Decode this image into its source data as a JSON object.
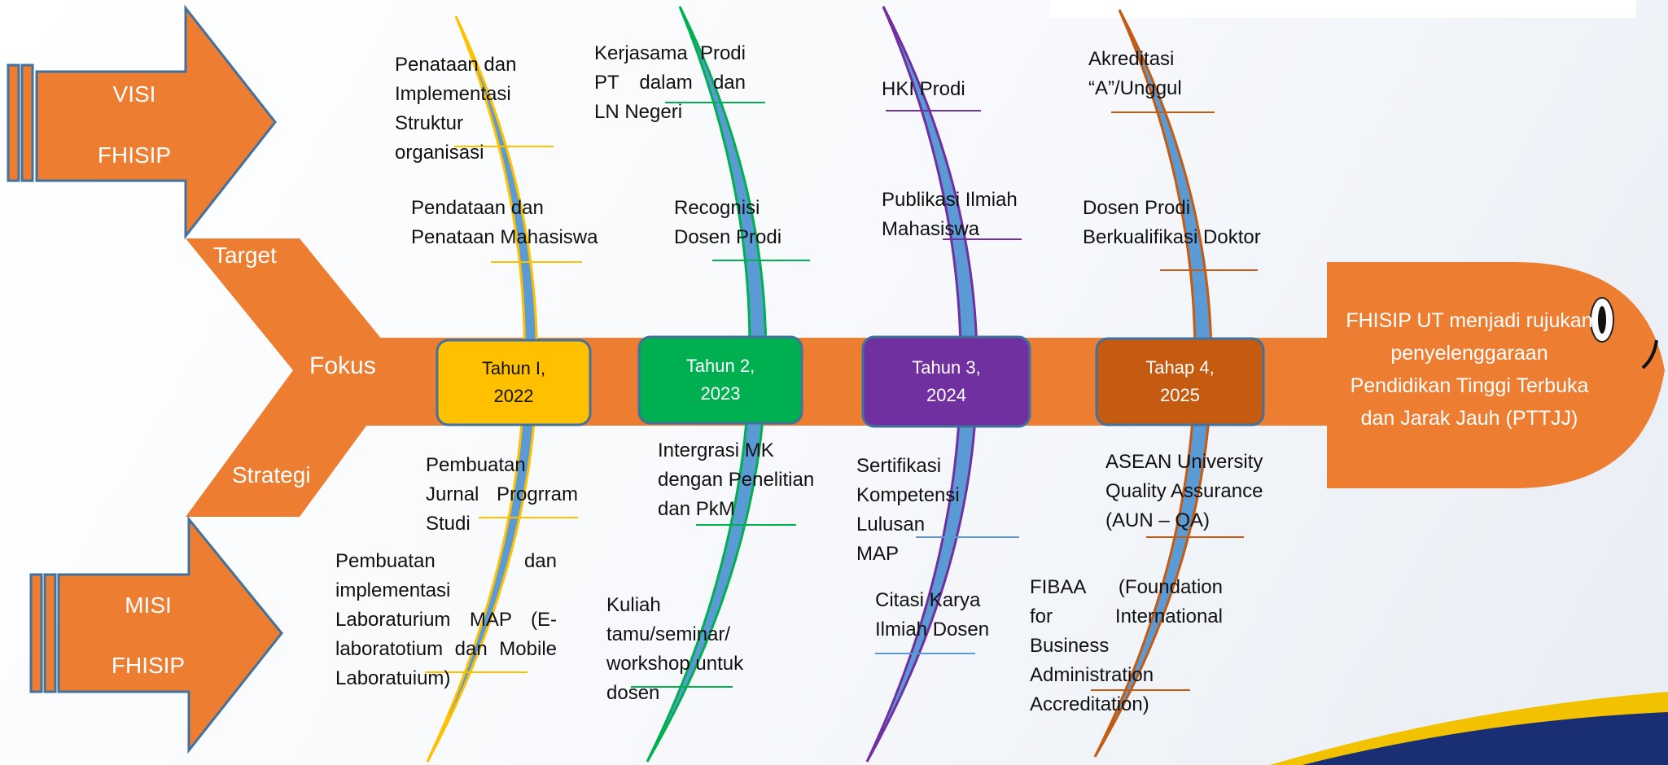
{
  "visi": {
    "line1": "VISI",
    "line2": "FHISIP"
  },
  "misi": {
    "line1": "MISI",
    "line2": "FHISIP"
  },
  "chevron": {
    "target": "Target",
    "fokus": "Fokus",
    "strategi": "Strategi"
  },
  "head": {
    "text": "FHISIP UT menjadi rujukan penyelenggaraan Pendidikan Tinggi Terbuka dan Jarak Jauh (PTTJJ)"
  },
  "milestones": [
    {
      "label": "Tahun I,\n2022",
      "color": "#ffc000",
      "text_color": "#111111"
    },
    {
      "label": "Tahun 2,\n2023",
      "color": "#00b050",
      "text_color": "#ffffff"
    },
    {
      "label": "Tahun 3,\n2024",
      "color": "#7030a0",
      "text_color": "#ffffff"
    },
    {
      "label": "Tahap 4,\n2025",
      "color": "#c55a11",
      "text_color": "#ffffff"
    }
  ],
  "ribs": {
    "y1": {
      "top1": "Penataan dan\nImplementasi\nStruktur organisasi",
      "top2": "Pendataan dan\nPenataan Mahasiswa",
      "bot1": "Pembuatan Jurnal Progrram Studi",
      "bot2": "Pembuatan dan implementasi Laboraturium MAP (E-laboratotium dan Mobile Laboratuium)"
    },
    "y2": {
      "top1": "Kerjasama Prodi PT dalam dan LN Negeri",
      "top2": "Recognisi\nDosen Prodi",
      "bot1": "Intergrasi MK\ndengan Penelitian\ndan PkM",
      "bot2": "Kuliah\ntamu/seminar/\nworkshop untuk\ndosen"
    },
    "y3": {
      "top1": "HKI Prodi",
      "top2": "Publikasi Ilmiah\nMahasiswa",
      "bot1": "Sertifikasi\nKompetensi Lulusan\nMAP",
      "bot2": "Citasi Karya\nIlmiah Dosen"
    },
    "y4": {
      "top1": "Akreditasi\n“A”/Unggul",
      "top2": "Dosen Prodi\nBerkualifikasi Doktor",
      "bot1": "ASEAN University\nQuality Assurance\n(AUN – QA)",
      "bot2": "FIBAA (Foundation for International Business Administration Accreditation)"
    }
  },
  "colors": {
    "orange": "#ed7d31",
    "arc_fill": "#5b9bd5",
    "arc1": "#ffc000",
    "arc2": "#00b050",
    "arc3": "#7030a0",
    "arc4": "#c55a11",
    "line_blue": "#5b9bd5"
  }
}
